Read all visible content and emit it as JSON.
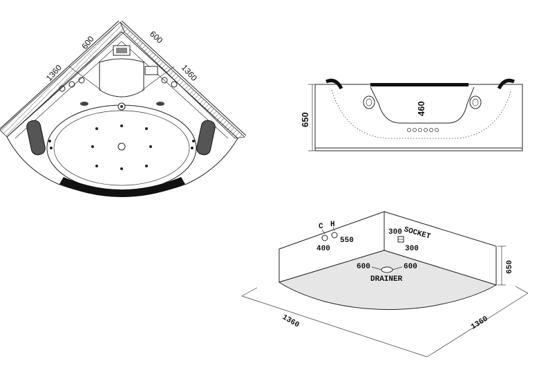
{
  "top_view": {
    "dim_left_short": "600",
    "dim_right_short": "600",
    "dim_left_long": "1360",
    "dim_right_long": "1360"
  },
  "side_view": {
    "height": "650",
    "inner_depth": "460"
  },
  "iso_view": {
    "cold": "C",
    "hot": "H",
    "tap_height": "400",
    "tap_spacing": "550",
    "socket_label": "SOCKET",
    "socket_offset_a": "300",
    "socket_offset_b": "300",
    "drain_offset_left": "600",
    "drain_offset_right": "600",
    "drain_label": "DRAINER",
    "wall_height": "650",
    "side_left": "1360",
    "side_right": "1360"
  }
}
